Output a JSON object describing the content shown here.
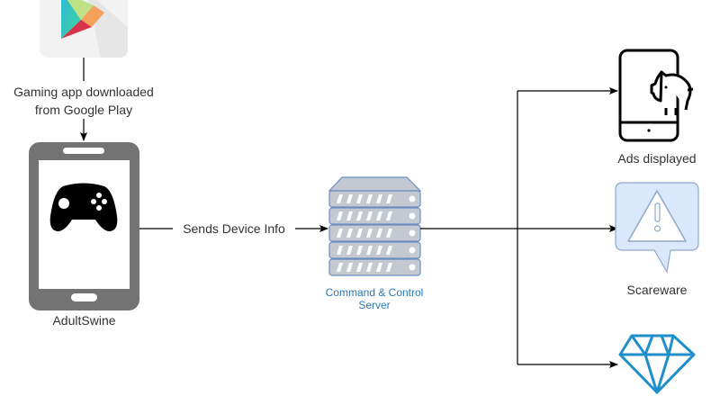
{
  "diagram": {
    "nodes": {
      "google_play": {
        "icon": "google-play-icon"
      },
      "adultswine": {
        "label": "AdultSwine",
        "icon": "smartphone-gamepad-icon"
      },
      "cnc_server": {
        "label_line1": "Command & Control",
        "label_line2": "Server",
        "icon": "server-rack-icon"
      },
      "ads": {
        "label": "Ads displayed",
        "icon": "phone-piggy-bank-icon"
      },
      "scareware": {
        "label": "Scareware",
        "icon": "warning-speech-bubble-icon"
      },
      "premium": {
        "label": "",
        "icon": "diamond-icon"
      }
    },
    "edges": {
      "download": {
        "label_line1": "Gaming app downloaded",
        "label_line2": "from Google Play"
      },
      "device_info": {
        "label": "Sends Device Info"
      }
    }
  },
  "colors": {
    "edge": "#000000",
    "phone_gray": "#737373",
    "server_fill": "#c4c9d1",
    "server_stroke": "#6c8ebf",
    "scareware_fill": "#dae8fc",
    "scareware_stroke": "#8fa8c9",
    "diamond": "#1f8ec9",
    "label_blue": "#2c78b4"
  }
}
